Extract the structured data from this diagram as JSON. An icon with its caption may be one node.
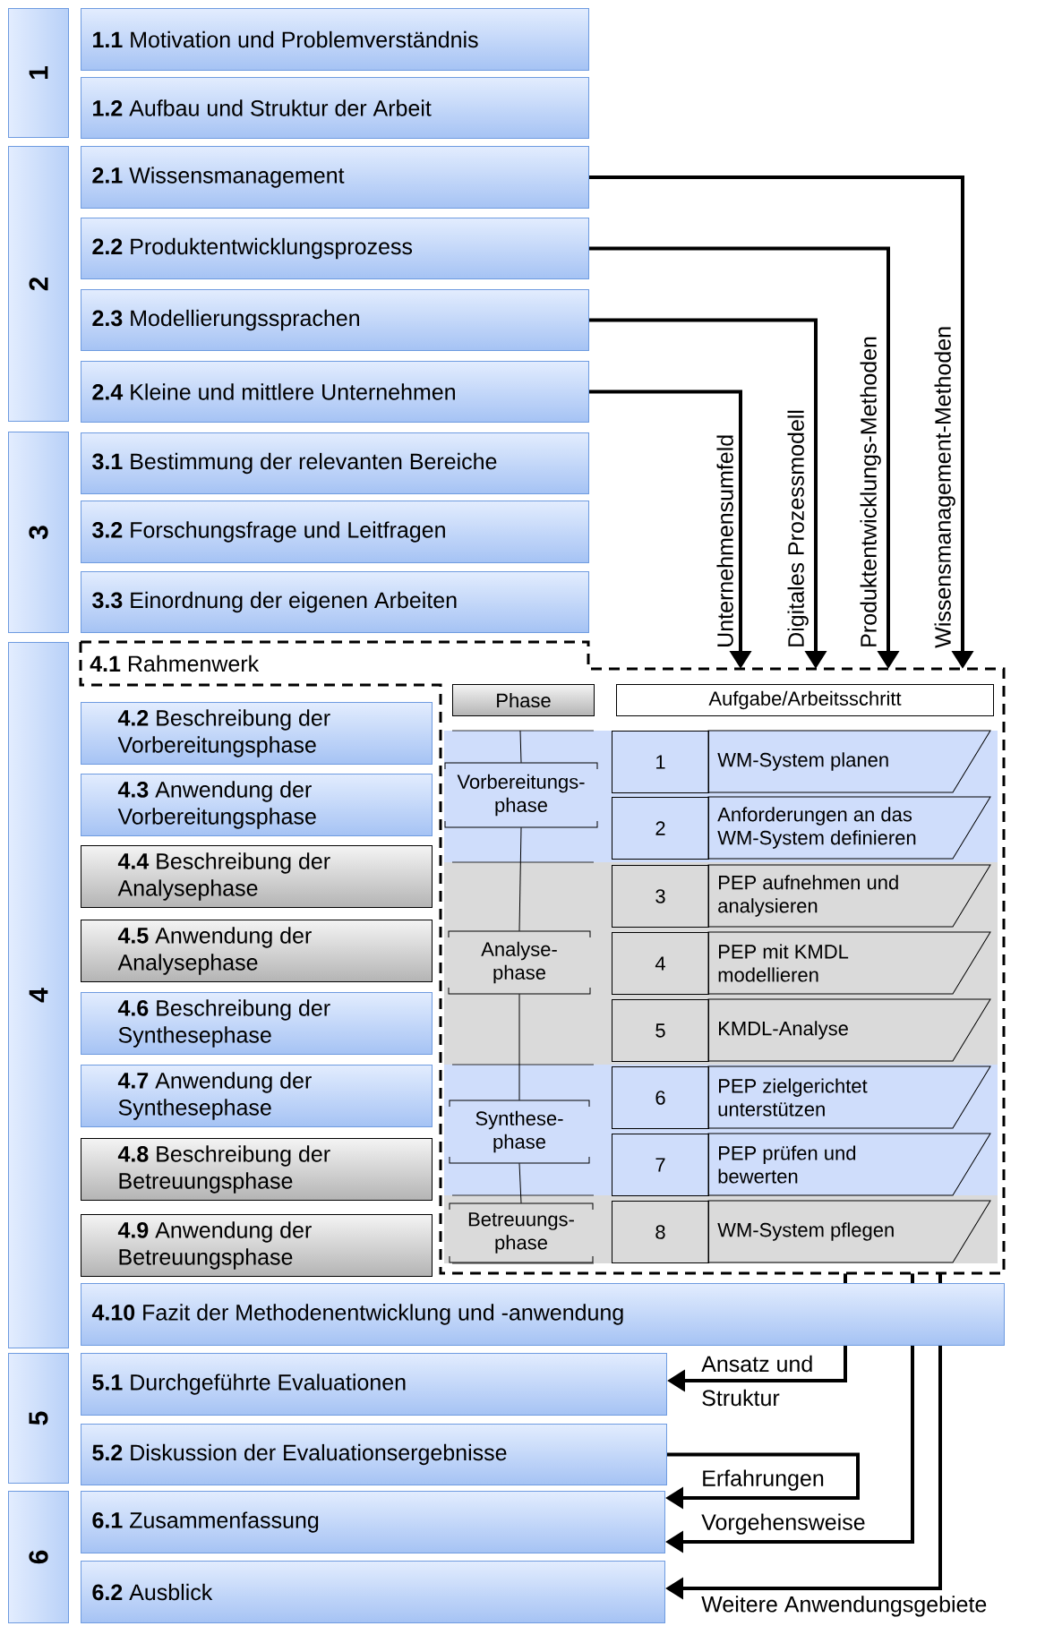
{
  "diagram": {
    "nodes": [
      {
        "text": [
          "1"
        ]
      },
      {
        "text": [
          "**1.1** Motivation und Problemverständnis"
        ]
      },
      {
        "text": [
          "**1.2** Aufbau und Struktur der Arbeit"
        ]
      },
      {
        "text": [
          "2"
        ]
      },
      {
        "text": [
          "**2.1** Wissensmanagement"
        ]
      },
      {
        "text": [
          "**2.2** Produktentwicklungsprozess"
        ]
      },
      {
        "text": [
          "**2.3** Modellierungssprachen"
        ]
      },
      {
        "text": [
          "**2.4** Kleine und mittlere Unternehmen"
        ]
      },
      {
        "text": [
          "3"
        ]
      },
      {
        "text": [
          "**3.1** Bestimmung der relevanten Bereiche"
        ]
      },
      {
        "text": [
          "**3.2** Forschungsfrage und Leitfragen"
        ]
      },
      {
        "text": [
          "**3.3** Einordnung der eigenen Arbeiten"
        ]
      },
      {
        "text": [
          "4"
        ]
      },
      {
        "text": [
          "**4.1** Rahmenwerk"
        ]
      },
      {
        "text": [
          "**4.2** Beschreibung der Vorbereitungsphase"
        ]
      },
      {
        "text": [
          "**4.3** Anwendung der Vorbereitungsphase"
        ]
      },
      {
        "text": [
          "**4.4** Beschreibung der Analysephase"
        ]
      },
      {
        "text": [
          "**4.5** Anwendung der Analysephase"
        ]
      },
      {
        "text": [
          "**4.6** Beschreibung der Synthesephase"
        ]
      },
      {
        "text": [
          "**4.7** Anwendung der Synthesephase"
        ]
      },
      {
        "text": [
          "**4.8** Beschreibung der Betreuungsphase"
        ]
      },
      {
        "text": [
          "**4.9** Anwendung der Betreuungsphase"
        ]
      },
      {
        "text": [
          "Phase"
        ],
        "in": 13
      },
      {
        "text": [
          "Aufgabe/Arbeitsschritt"
        ],
        "in": 13
      },
      {
        "text": [
          "Vorbereitungs-phase"
        ],
        "in": 13
      },
      {
        "text": [
          "1"
        ],
        "in": 13
      },
      {
        "text": [
          "WM-System planen"
        ],
        "in": 13
      },
      {
        "text": [
          "2"
        ],
        "in": 13
      },
      {
        "text": [
          "Anforderungen an das WM-System definieren"
        ],
        "in": 13
      },
      {
        "text": [
          "Analyse-phase"
        ],
        "in": 13
      },
      {
        "text": [
          "3"
        ],
        "in": 13
      },
      {
        "text": [
          "PEP aufnehmen und analysieren"
        ],
        "in": 13
      },
      {
        "text": [
          "4"
        ],
        "in": 13
      },
      {
        "text": [
          "PEP mit KMDL modellieren"
        ],
        "in": 13
      },
      {
        "text": [
          "5"
        ],
        "in": 13
      },
      {
        "text": [
          "KMDL-Analyse"
        ],
        "in": 13
      },
      {
        "text": [
          "Synthese-phase"
        ],
        "in": 13
      },
      {
        "text": [
          "6"
        ],
        "in": 13
      },
      {
        "text": [
          "PEP zielgerichtet unterstützen"
        ],
        "in": 13
      },
      {
        "text": [
          "7"
        ],
        "in": 13
      },
      {
        "text": [
          "PEP prüfen und bewerten"
        ],
        "in": 13
      },
      {
        "text": [
          "Betreuungs-phase"
        ],
        "in": 13
      },
      {
        "text": [
          "8"
        ],
        "in": 13
      },
      {
        "text": [
          "WM-System pflegen"
        ],
        "in": 13
      },
      {
        "text": [
          "**4.10** Fazit der Methodenentwicklung und -anwendung"
        ]
      },
      {
        "text": [
          "5"
        ]
      },
      {
        "text": [
          "**5.1** Durchgeführte Evaluationen"
        ]
      },
      {
        "text": [
          "**5.2** Diskussion der Evaluationsergebnisse"
        ]
      },
      {
        "text": [
          "6"
        ]
      },
      {
        "text": [
          "**6.1** Zusammenfassung"
        ]
      },
      {
        "text": [
          "**6.2** Ausblick"
        ]
      }
    ],
    "edges": [
      {
        "from": 4,
        "to": 13,
        "arrow": "to",
        "label": "Wissensmanagement-Methoden"
      },
      {
        "from": 5,
        "to": 13,
        "arrow": "to",
        "label": "Produktentwicklungs-Methoden"
      },
      {
        "from": 6,
        "to": 13,
        "arrow": "to",
        "label": "Digitales Prozessmodell"
      },
      {
        "from": 7,
        "to": 13,
        "arrow": "to",
        "label": "Unternehmensumfeld"
      },
      {
        "from": 24,
        "to": 29,
        "arrow": "none"
      },
      {
        "from": 29,
        "to": 36,
        "arrow": "none"
      },
      {
        "from": 36,
        "to": 41,
        "arrow": "none"
      },
      {
        "from": 13,
        "to": 44,
        "arrow": "none"
      },
      {
        "from": 13,
        "to": 44,
        "arrow": "none"
      },
      {
        "from": 13,
        "to": 44,
        "arrow": "none"
      },
      {
        "from": 44,
        "to": 46,
        "arrow": "to",
        "label": "Ansatz und Struktur"
      },
      {
        "from": 47,
        "to": 49,
        "arrow": "to",
        "label": "Erfahrungen"
      },
      {
        "from": 44,
        "to": 49,
        "arrow": "to",
        "label": "Vorgehensweise"
      },
      {
        "from": 44,
        "to": 50,
        "arrow": "to",
        "label": "Weitere Anwendungsgebiete"
      }
    ]
  }
}
